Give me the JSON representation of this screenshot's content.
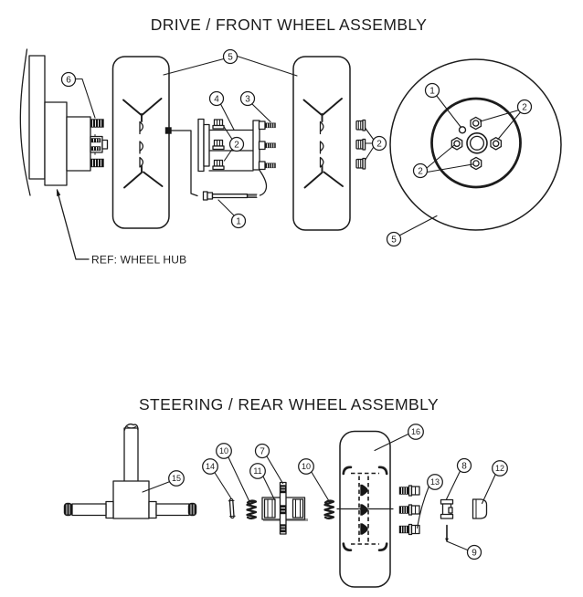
{
  "page": {
    "background": "#ffffff",
    "line_color": "#1c1c1c"
  },
  "front": {
    "title": "DRIVE / FRONT WHEEL ASSEMBLY",
    "ref_label": "REF: WHEEL HUB",
    "balloons": [
      {
        "label": "6"
      },
      {
        "label": "5"
      },
      {
        "label": "4"
      },
      {
        "label": "3"
      },
      {
        "label": "2"
      },
      {
        "label": "1"
      },
      {
        "label": "2"
      },
      {
        "label": "1"
      },
      {
        "label": "2"
      },
      {
        "label": "2"
      },
      {
        "label": "5"
      }
    ]
  },
  "rear": {
    "title": "STEERING / REAR WHEEL ASSEMBLY",
    "balloons": [
      {
        "label": "15"
      },
      {
        "label": "14"
      },
      {
        "label": "10"
      },
      {
        "label": "11"
      },
      {
        "label": "7"
      },
      {
        "label": "10"
      },
      {
        "label": "16"
      },
      {
        "label": "13"
      },
      {
        "label": "8"
      },
      {
        "label": "12"
      },
      {
        "label": "9"
      }
    ]
  }
}
